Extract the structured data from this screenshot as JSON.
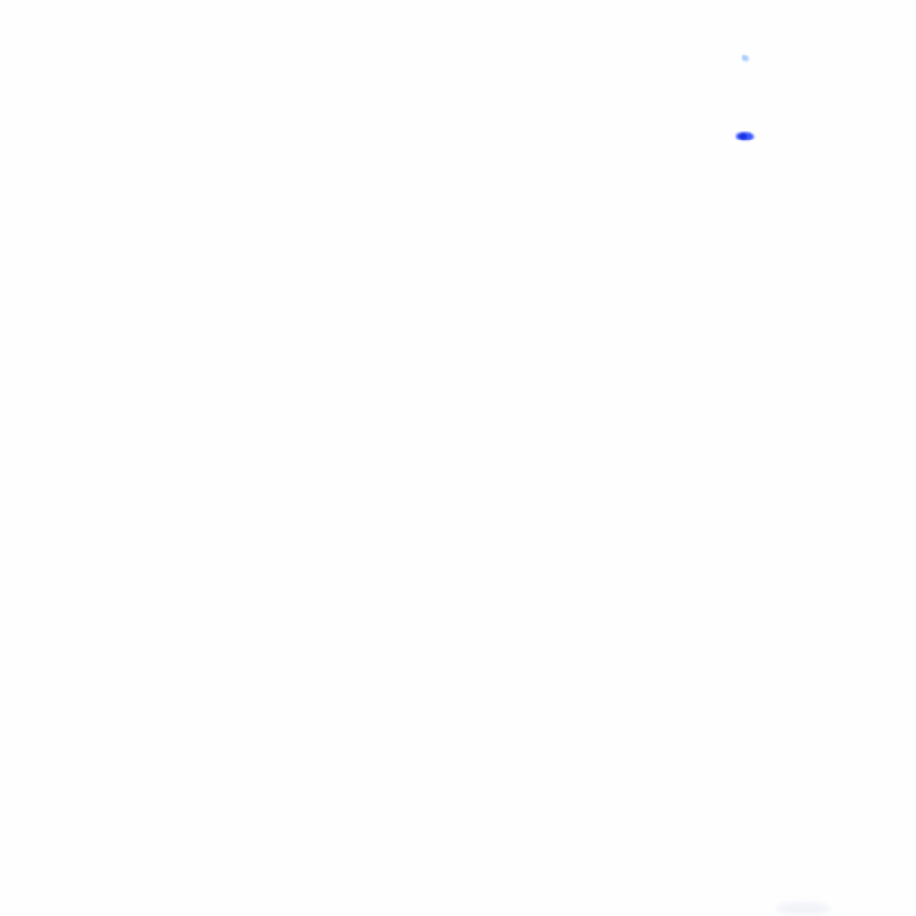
{
  "colors": {
    "background": "#fefefe",
    "upper_mark": "#a8c8ff",
    "lower_mark": "#3b5bff",
    "corner_smudge": "#f2f4f8"
  },
  "marks": [
    {
      "name": "upper-blue-speck",
      "color_key": "upper_mark"
    },
    {
      "name": "lower-blue-speck",
      "color_key": "lower_mark"
    }
  ]
}
